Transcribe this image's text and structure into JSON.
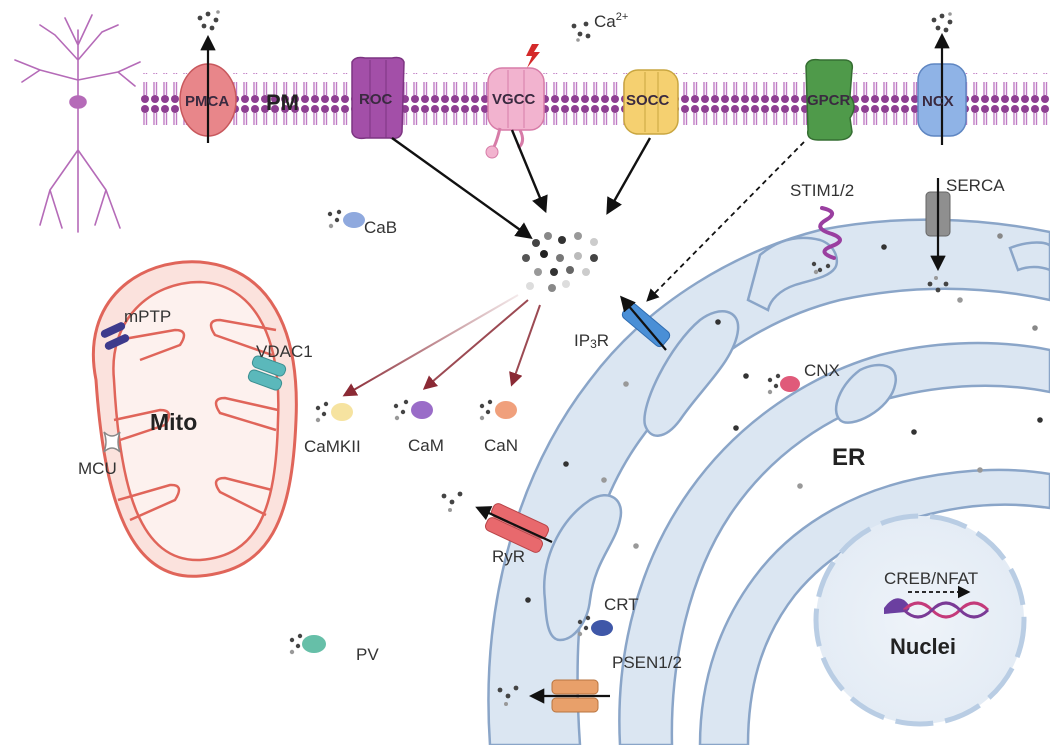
{
  "labels": {
    "pm": "PM",
    "ca": "Ca",
    "ca_sup": "2+",
    "pmca": "PMCA",
    "roc": "ROC",
    "vgcc": "VGCC",
    "socc": "SOCC",
    "gpcr": "GPCR",
    "ncx": "NCX",
    "stim": "STIM1/2",
    "serca": "SERCA",
    "cab": "CaB",
    "ip3r_a": "IP",
    "ip3r_sub": "3",
    "ip3r_b": "R",
    "mptp": "mPTP",
    "vdac1": "VDAC1",
    "mito": "Mito",
    "mcu": "MCU",
    "camkii": "CaMKII",
    "cam": "CaM",
    "can": "CaN",
    "cnx": "CNX",
    "er": "ER",
    "ryr": "RyR",
    "crt": "CRT",
    "psen": "PSEN1/2",
    "pv": "PV",
    "creb": "CREB/NFAT",
    "nuclei": "Nuclei"
  },
  "colors": {
    "membrane": "#9b4f9e",
    "pmca": "#e8868a",
    "roc": "#a34fa8",
    "vgcc": "#f2b3cf",
    "socc": "#f5d070",
    "gpcr": "#4f9a4a",
    "ncx": "#8fb3e6",
    "er_fill": "#dbe6f2",
    "er_stroke": "#8aa5c8",
    "mito_fill": "#fbe2dd",
    "mito_stroke": "#e0655a",
    "red_arrow": "#8b2a35"
  }
}
